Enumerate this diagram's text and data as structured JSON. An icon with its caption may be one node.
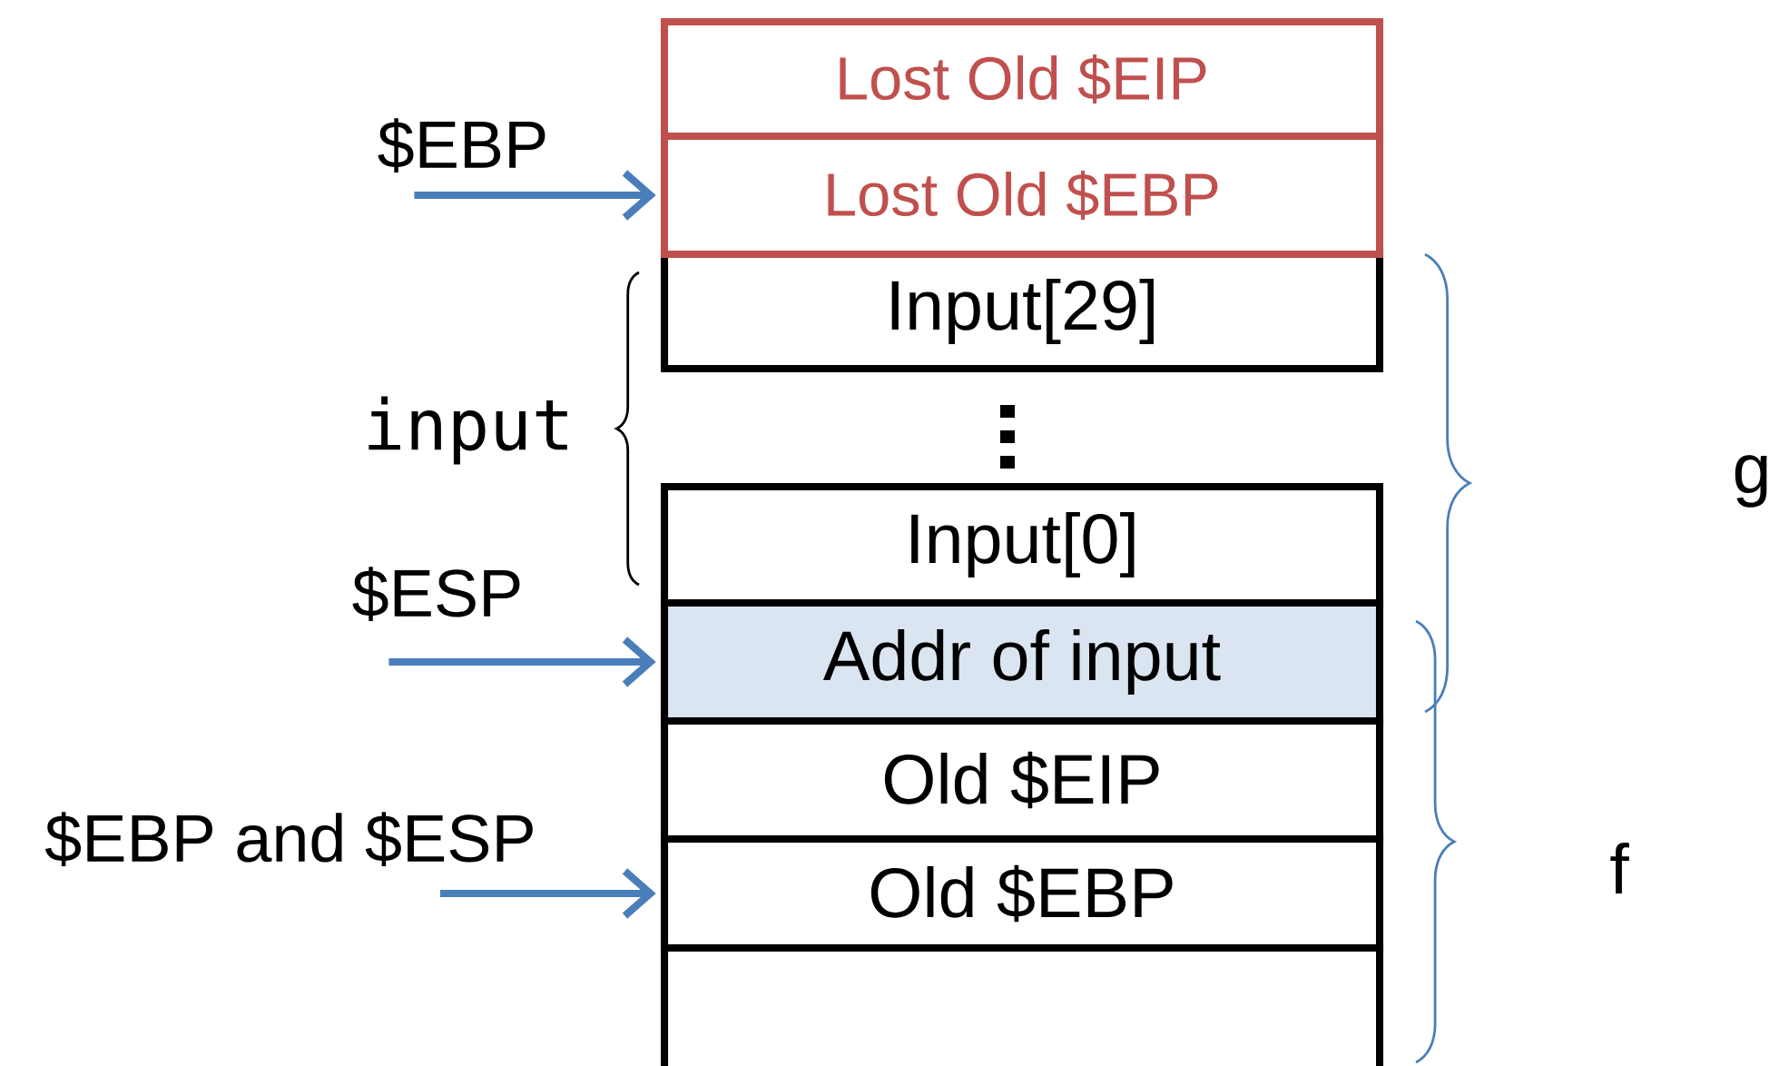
{
  "diagram": {
    "nodes": [
      {
        "text": [
          "Lost Old $EIP"
        ]
      },
      {
        "text": [
          "Lost Old $EBP"
        ]
      },
      {
        "text": [
          "Input[29]"
        ]
      },
      {
        "text": [
          "Input[0]"
        ]
      },
      {
        "text": [
          "Addr of input"
        ]
      },
      {
        "text": [
          "Old $EIP"
        ]
      },
      {
        "text": [
          "Old $EBP"
        ]
      },
      {
        "text": [],
        "shape": "box"
      },
      {
        "text": [
          "$EBP"
        ]
      },
      {
        "text": [
          "$ESP"
        ]
      },
      {
        "text": [
          "$EBP and $ESP"
        ]
      }
    ],
    "edges": [
      {
        "from": 8,
        "to": 1,
        "arrow": "to"
      },
      {
        "from": 9,
        "to": 4,
        "arrow": "to"
      },
      {
        "from": 10,
        "to": 6,
        "arrow": "to"
      }
    ],
    "labels": [
      "input",
      "g",
      "f"
    ]
  }
}
